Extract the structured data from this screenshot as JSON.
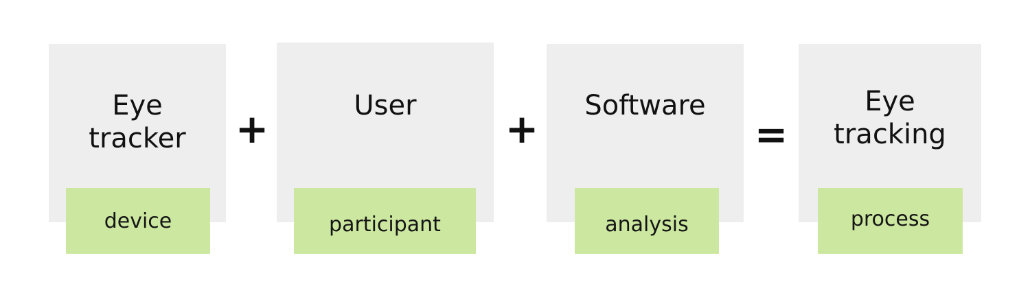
{
  "diagram": {
    "terms": [
      {
        "title": "Eye\ntracker",
        "tag": "device"
      },
      {
        "title": "User",
        "tag": "participant"
      },
      {
        "title": "Software",
        "tag": "analysis"
      },
      {
        "title": "Eye\ntracking",
        "tag": "process"
      }
    ],
    "operators": [
      "+",
      "+",
      "="
    ]
  },
  "colors": {
    "box_background": "#eeeeee",
    "tag_background": "#cce8a0",
    "text": "#111111",
    "page_background": "#ffffff"
  }
}
